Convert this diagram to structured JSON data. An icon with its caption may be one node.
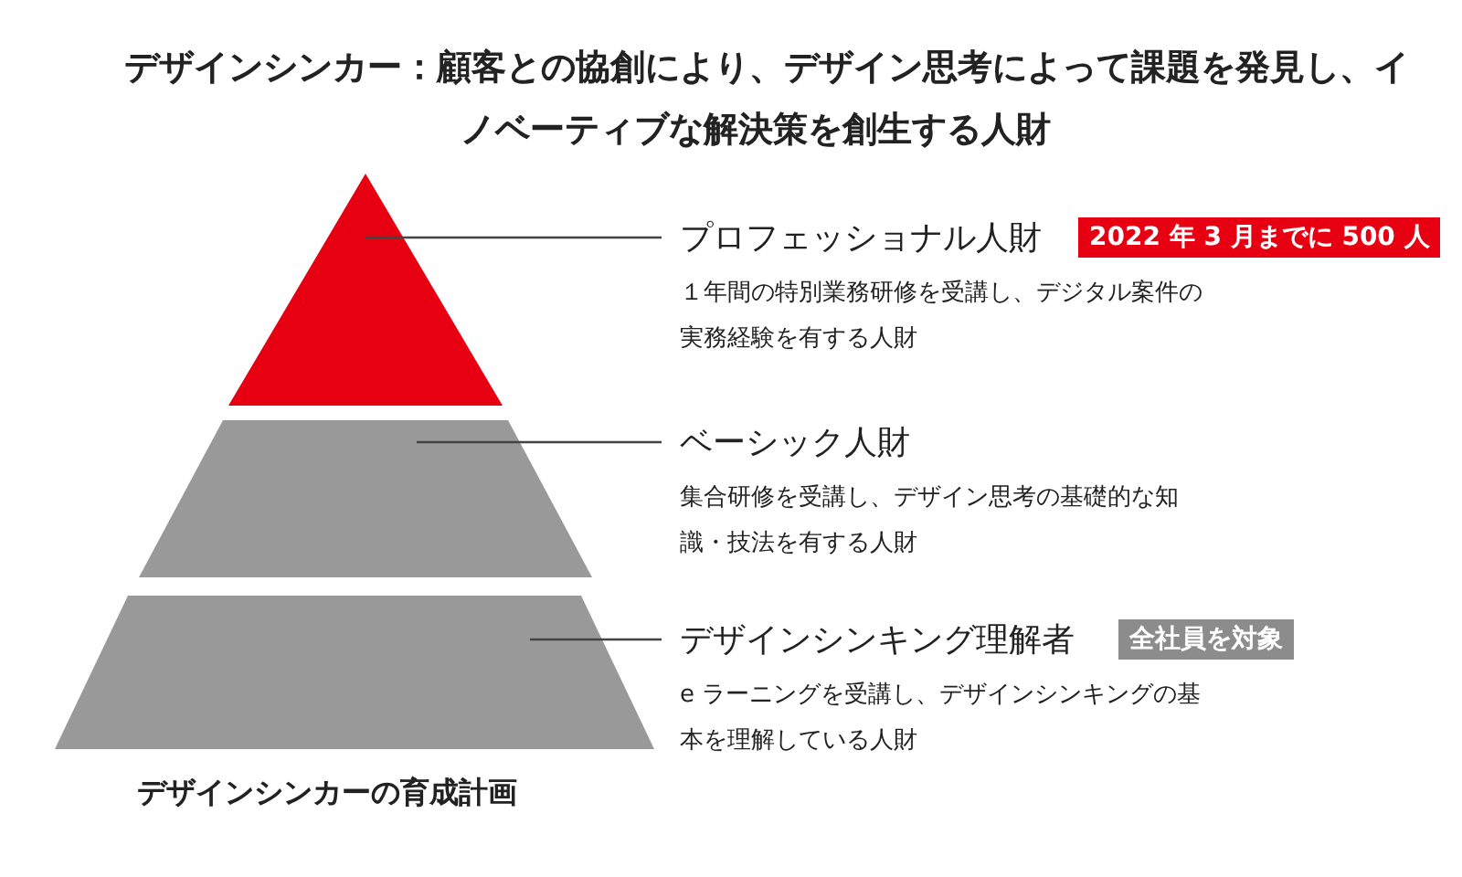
{
  "diagram": {
    "title": "デザインシンカー：顧客との協創により、デザイン思考によって課題を発見し、イノベーティブな解決策を創生する人財",
    "caption": "デザインシンカーの育成計画",
    "nodes": [
      {
        "text": [],
        "shape": "triangle"
      },
      {
        "text": [
          "プロフェッショナル人財",
          "１年間の特別業務研修を受講し、デジタル案件の実務経験を有する人財"
        ]
      },
      {
        "text": [
          "2022 年 3 月までに 500 人"
        ]
      },
      {
        "text": [],
        "shape": "trapezoid"
      },
      {
        "text": [
          "ベーシック人財",
          "集合研修を受講し、デザイン思考の基礎的な知識・技法を有する人財"
        ]
      },
      {
        "text": [],
        "shape": "trapezoid"
      },
      {
        "text": [
          "デザインシンキング理解者",
          "e ラーニングを受講し、デザインシンキングの基本を理解している人財"
        ]
      },
      {
        "text": [
          "全社員を対象"
        ]
      }
    ],
    "edges": [
      {
        "from": 1,
        "to": 0,
        "arrow": "none"
      },
      {
        "from": 4,
        "to": 3,
        "arrow": "none"
      },
      {
        "from": 6,
        "to": 5,
        "arrow": "none"
      }
    ]
  }
}
